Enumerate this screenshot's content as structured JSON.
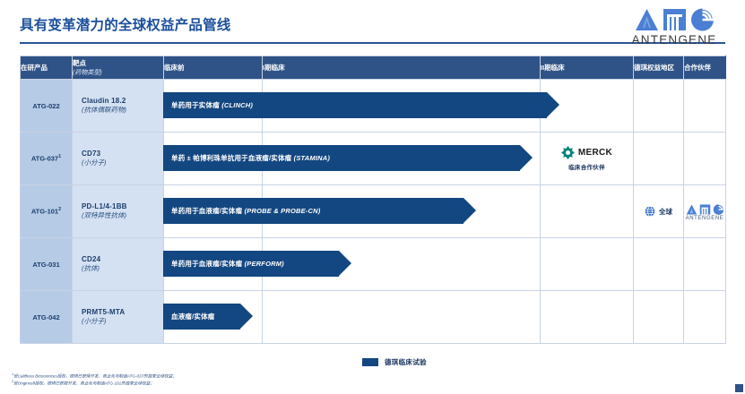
{
  "title": "具有变革潜力的全球权益产品管线",
  "brand": {
    "name": "ANTENGENE",
    "primary_color": "#4a7fd4",
    "accent_color": "#3aa8a0"
  },
  "table": {
    "headers": [
      {
        "label": "在研产品",
        "sub": ""
      },
      {
        "label": "靶点",
        "sub": "(药物类型)"
      },
      {
        "label": "临床前",
        "sub": ""
      },
      {
        "label": "I期临床",
        "sub": ""
      },
      {
        "label": "II期临床",
        "sub": ""
      },
      {
        "label": "德琪权益地区",
        "sub": ""
      },
      {
        "label": "合作伙伴",
        "sub": ""
      }
    ],
    "rows": [
      {
        "product": "ATG-022",
        "footnote_mark": "",
        "target": "Claudin 18.2",
        "target_sub": "(抗体偶联药物)",
        "bar_label_cn": "单药用于实体瘤 ",
        "bar_label_code": "(CLINCH)",
        "region": "",
        "partner": ""
      },
      {
        "product": "ATG-037",
        "footnote_mark": "1",
        "target": "CD73",
        "target_sub": "(小分子)",
        "bar_label_cn": "单药 ± 帕博利珠单抗用于血液瘤/实体瘤 ",
        "bar_label_code": "(STAMINA)",
        "region": "",
        "partner": "MERCK"
      },
      {
        "product": "ATG-101",
        "footnote_mark": "2",
        "target": "PD-L1/4-1BB",
        "target_sub": "(双特异性抗体)",
        "bar_label_cn": "单药用于血液瘤/实体瘤  ",
        "bar_label_code": "(PROBE & PROBE-CN)",
        "region": "全球",
        "partner": "ANTENGENE"
      },
      {
        "product": "ATG-031",
        "footnote_mark": "",
        "target": "CD24",
        "target_sub": "(抗体)",
        "bar_label_cn": "单药用于血液瘤/实体瘤 ",
        "bar_label_code": "(PERFORM)",
        "region": "",
        "partner": ""
      },
      {
        "product": "ATG-042",
        "footnote_mark": "",
        "target": "PRMT5-MTA",
        "target_sub": "(小分子)",
        "bar_label_cn": "血液瘤/实体瘤",
        "bar_label_code": "",
        "region": "",
        "partner": ""
      }
    ]
  },
  "partner_cells": {
    "merck_name": "MERCK",
    "merck_sub": "临床合作伙伴",
    "region_global": "全球",
    "antengene": "ANTENGENE"
  },
  "legend": {
    "label": "德琪临床试验",
    "color": "#134781"
  },
  "footnotes": [
    {
      "mark": "1",
      "text": "受Calithera Biosciences授权，德琪已获得开发、商业化与制造ATG-037的独家全球权益；"
    },
    {
      "mark": "2",
      "text": "受Origincell授权，德琪已获取开发、商业化与制造ATG-101的独家全球权益；"
    }
  ]
}
